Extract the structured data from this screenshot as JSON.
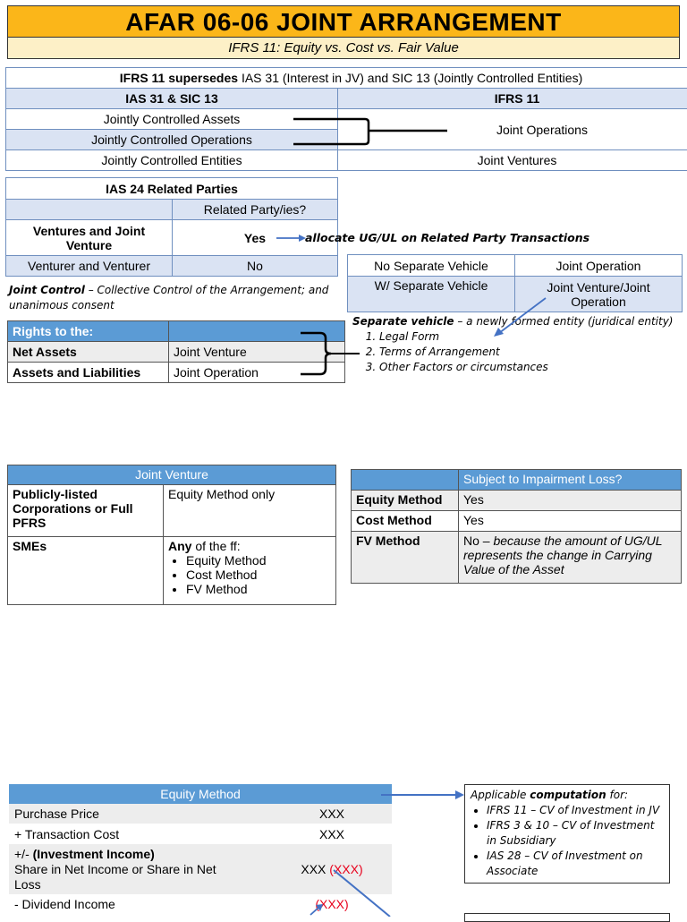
{
  "header": {
    "title": "AFAR 06-06 JOINT ARRANGEMENT",
    "subtitle": "IFRS 11: Equity vs. Cost vs. Fair Value"
  },
  "supersede": {
    "lead": "IFRS 11 supersedes",
    "rest": "IAS 31 (Interest in JV) and SIC 13 (Jointly Controlled Entities)",
    "col_left": "IAS 31 & SIC 13",
    "col_right": "IFRS 11",
    "rows_left": [
      "Jointly Controlled Assets",
      "Jointly Controlled Operations",
      "Jointly Controlled Entities"
    ],
    "joint_operations": "Joint Operations",
    "joint_ventures": "Joint Ventures"
  },
  "related": {
    "title": "IAS 24 Related Parties",
    "col": "Related Party/ies?",
    "row1_label": "Ventures and Joint Venture",
    "row1_value": "Yes",
    "row2_label": "Venturer and Venturer",
    "row2_value": "No",
    "arrow_note": "allocate UG/UL on Related Party Transactions"
  },
  "vehicle": {
    "r1_left": "No Separate Vehicle",
    "r1_right": "Joint Operation",
    "r2_left": "W/ Separate Vehicle",
    "r2_right": "Joint Venture/Joint Operation",
    "sep_label": "Separate vehicle",
    "sep_def": " – a newly formed entity (juridical entity)",
    "factors": [
      "Legal Form",
      "Terms of Arrangement",
      "Other Factors or circumstances"
    ]
  },
  "joint_control": {
    "label": "Joint Control",
    "def": " – Collective Control of the Arrangement; and unanimous consent"
  },
  "rights": {
    "header": "Rights to the:",
    "r1_label": "Net Assets",
    "r1_value": "Joint Venture",
    "r2_label": "Assets and Liabilities",
    "r2_value": "Joint Operation"
  },
  "jv": {
    "header": "Joint Venture",
    "r1_label": "Publicly-listed Corporations or Full PFRS",
    "r1_value": "Equity Method only",
    "r2_label": "SMEs",
    "r2_any": "Any",
    "r2_rest": " of the ff:",
    "methods": [
      "Equity Method",
      "Cost Method",
      "FV Method"
    ]
  },
  "impairment": {
    "header": "Subject to Impairment Loss?",
    "rows": [
      {
        "label": "Equity Method",
        "value": "Yes"
      },
      {
        "label": "Cost Method",
        "value": "Yes"
      }
    ],
    "fv_label": "FV Method",
    "fv_no": "No –",
    "fv_reason": " because the amount of UG/UL represents the change in Carrying Value of the Asset"
  },
  "equity": {
    "header": "Equity Method",
    "purchase_label": "Purchase Price",
    "purchase_value": "XXX",
    "transaction_label": "+ Transaction Cost",
    "transaction_value": "XXX",
    "income_prefix": "+/- ",
    "income_bold": "(Investment Income)",
    "income_desc": "Share in Net Income or Share in Net Loss",
    "income_value": "XXX",
    "income_value_red": "(XXX)",
    "dividend_label": "- Dividend Income",
    "dividend_value": "(XXX)"
  },
  "computation": {
    "intro": "Applicable ",
    "bold": "computation",
    "tail": " for:",
    "items": [
      "IFRS 11 – CV of Investment in JV",
      "IFRS 3 & 10 – CV of Investment in Subsidiary",
      "IAS 28 – CV of Investment on Associate"
    ]
  },
  "colors": {
    "title_bg": "#fbb619",
    "subtitle_bg": "#fdf0c7",
    "header_blue": "#5b9bd5",
    "light_blue": "#dae3f3",
    "arrow_blue": "#4472c4",
    "red": "#e8001c"
  }
}
